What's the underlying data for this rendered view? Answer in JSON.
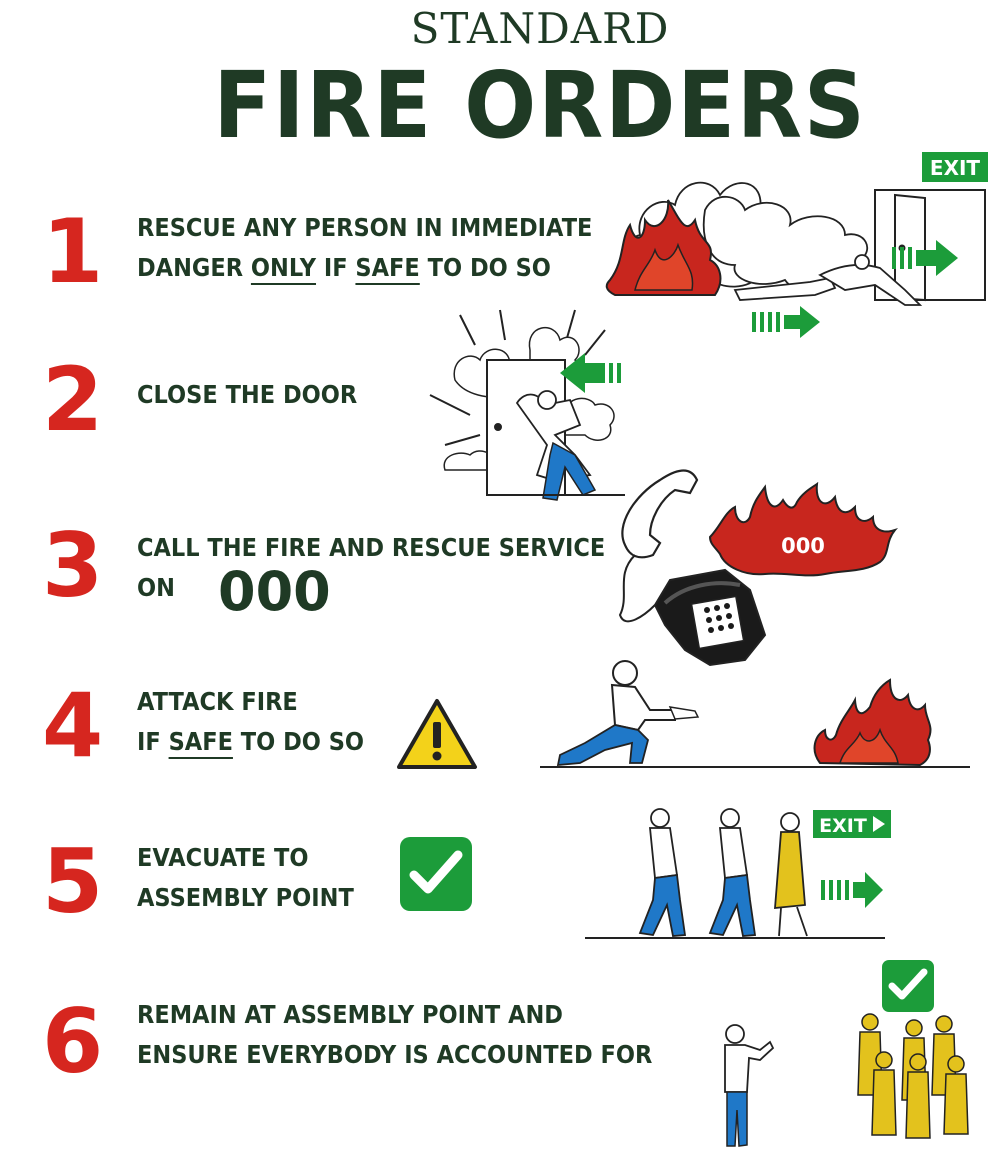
{
  "header": {
    "subtitle": "STANDARD",
    "title": "FIRE ORDERS"
  },
  "steps": [
    {
      "number": "1",
      "line1": "RESCUE ANY PERSON IN IMMEDIATE",
      "line2_a": "DANGER ",
      "line2_b": "ONLY",
      "line2_c": " IF ",
      "line2_d": "SAFE",
      "line2_e": " TO DO SO"
    },
    {
      "number": "2",
      "line1": "CLOSE THE DOOR"
    },
    {
      "number": "3",
      "line1": "CALL THE FIRE AND RESCUE SERVICE",
      "line2": "ON",
      "phone": "000"
    },
    {
      "number": "4",
      "line1": "ATTACK FIRE",
      "line2_a": "IF ",
      "line2_b": "SAFE",
      "line2_c": " TO DO SO"
    },
    {
      "number": "5",
      "line1": "EVACUATE TO",
      "line2": "ASSEMBLY POINT"
    },
    {
      "number": "6",
      "line1": "REMAIN AT ASSEMBLY POINT AND",
      "line2": "ENSURE EVERYBODY IS ACCOUNTED FOR"
    }
  ],
  "signs": {
    "exit1": "EXIT",
    "exit2": "EXIT",
    "phone_fire": "000"
  },
  "icons": [
    "fire-icon",
    "smoke-cloud-icon",
    "exit-door-icon",
    "arrow-right-icon",
    "person-crawling-icon",
    "person-closing-door-icon",
    "telephone-icon",
    "person-with-extinguisher-icon",
    "warning-triangle-icon",
    "checkmark-icon",
    "walking-people-icon",
    "assembly-group-icon",
    "warden-icon"
  ],
  "colors": {
    "red": "#d6261f",
    "green": "#1c9c3a",
    "dark": "#1f3a25",
    "blue": "#1f78c8",
    "yellow": "#e3c21d",
    "warning": "#f3d21a"
  }
}
